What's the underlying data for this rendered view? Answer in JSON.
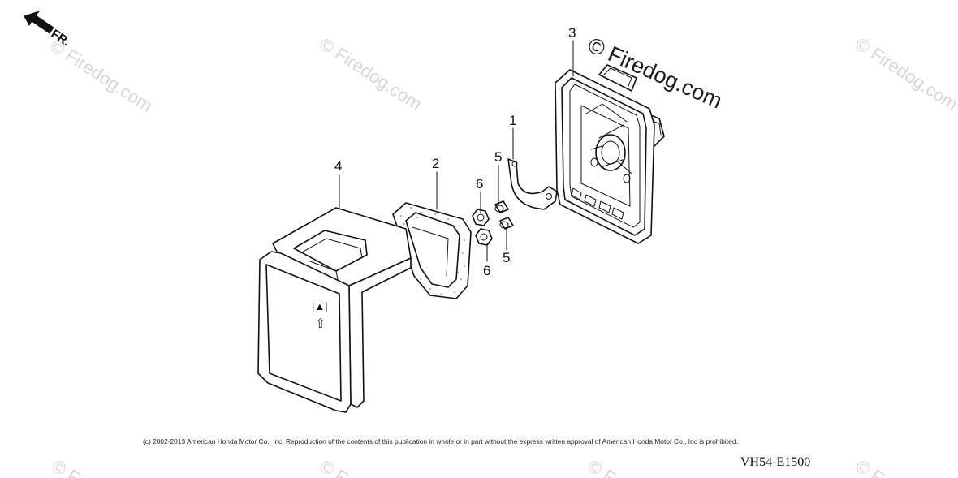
{
  "watermarks": {
    "text": "© Firedog.com",
    "faint_text": "© Firedog.com",
    "partial_text": "© F"
  },
  "direction": {
    "label": "FR."
  },
  "callouts": {
    "cover": "4",
    "element": "2",
    "case": "3",
    "plate": "1",
    "collar_top": "5",
    "collar_bottom": "5",
    "nut_top": "6",
    "nut_bottom": "6"
  },
  "cover_symbol": {
    "glyph": "|▲|",
    "arrow": "⇧"
  },
  "footer": {
    "copyright": "(c) 2002-2013 American Honda Motor Co., Inc. Reproduction of the contents of this publication in whole or in part without the express written approval of American Honda Motor Co., Inc is prohibited.",
    "diagram_code": "VH54-E1500"
  }
}
